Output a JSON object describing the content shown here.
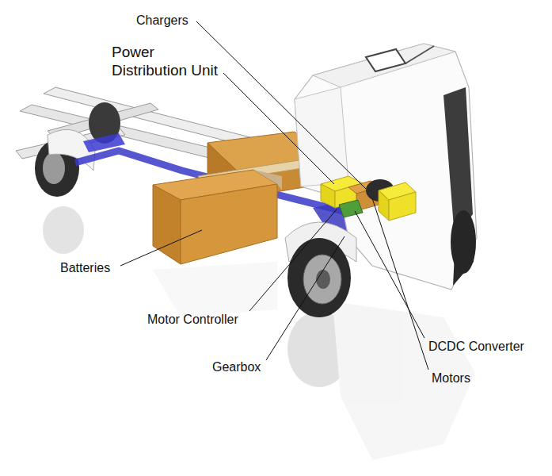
{
  "diagram": {
    "labels": [
      "Chargers",
      "Power Distribution Unit",
      "Batteries",
      "Motor Controller",
      "DCDC Converter",
      "Gearbox",
      "Motors"
    ]
  }
}
